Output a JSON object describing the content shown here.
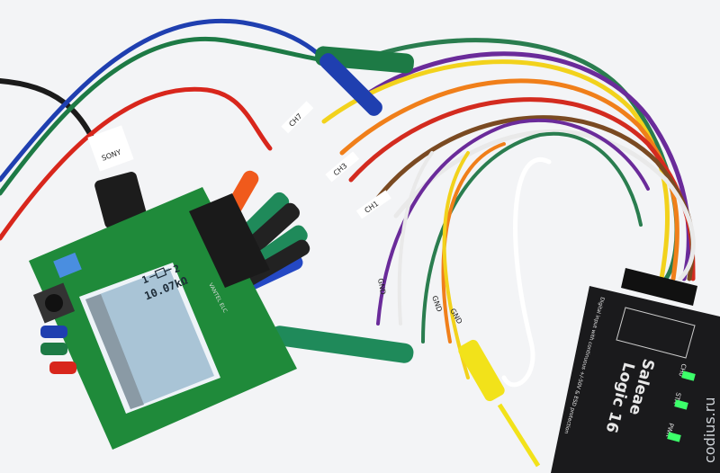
{
  "tester": {
    "lcd_line1_left": "1",
    "lcd_line1_right": "2",
    "lcd_value": "10.07kΩ",
    "board_brand": "VANTEL ELC"
  },
  "probe_tags": [
    "CH7",
    "CH3",
    "CH1",
    "GND",
    "GND",
    "GND"
  ],
  "usb_cable_brand": "SONY",
  "analyzer": {
    "brand": "Saleae",
    "model": "Logic 16",
    "description": "Digital input with continuous +/-50V & ESD protection",
    "leds": [
      "CH0",
      "STA",
      "PWR"
    ],
    "led_color": "#3cff6a"
  },
  "watermark": "codius.ru",
  "colors": {
    "pcb": "#1f8a3a",
    "lcd": "#a9c4d6",
    "device": "#1a1a1c"
  }
}
